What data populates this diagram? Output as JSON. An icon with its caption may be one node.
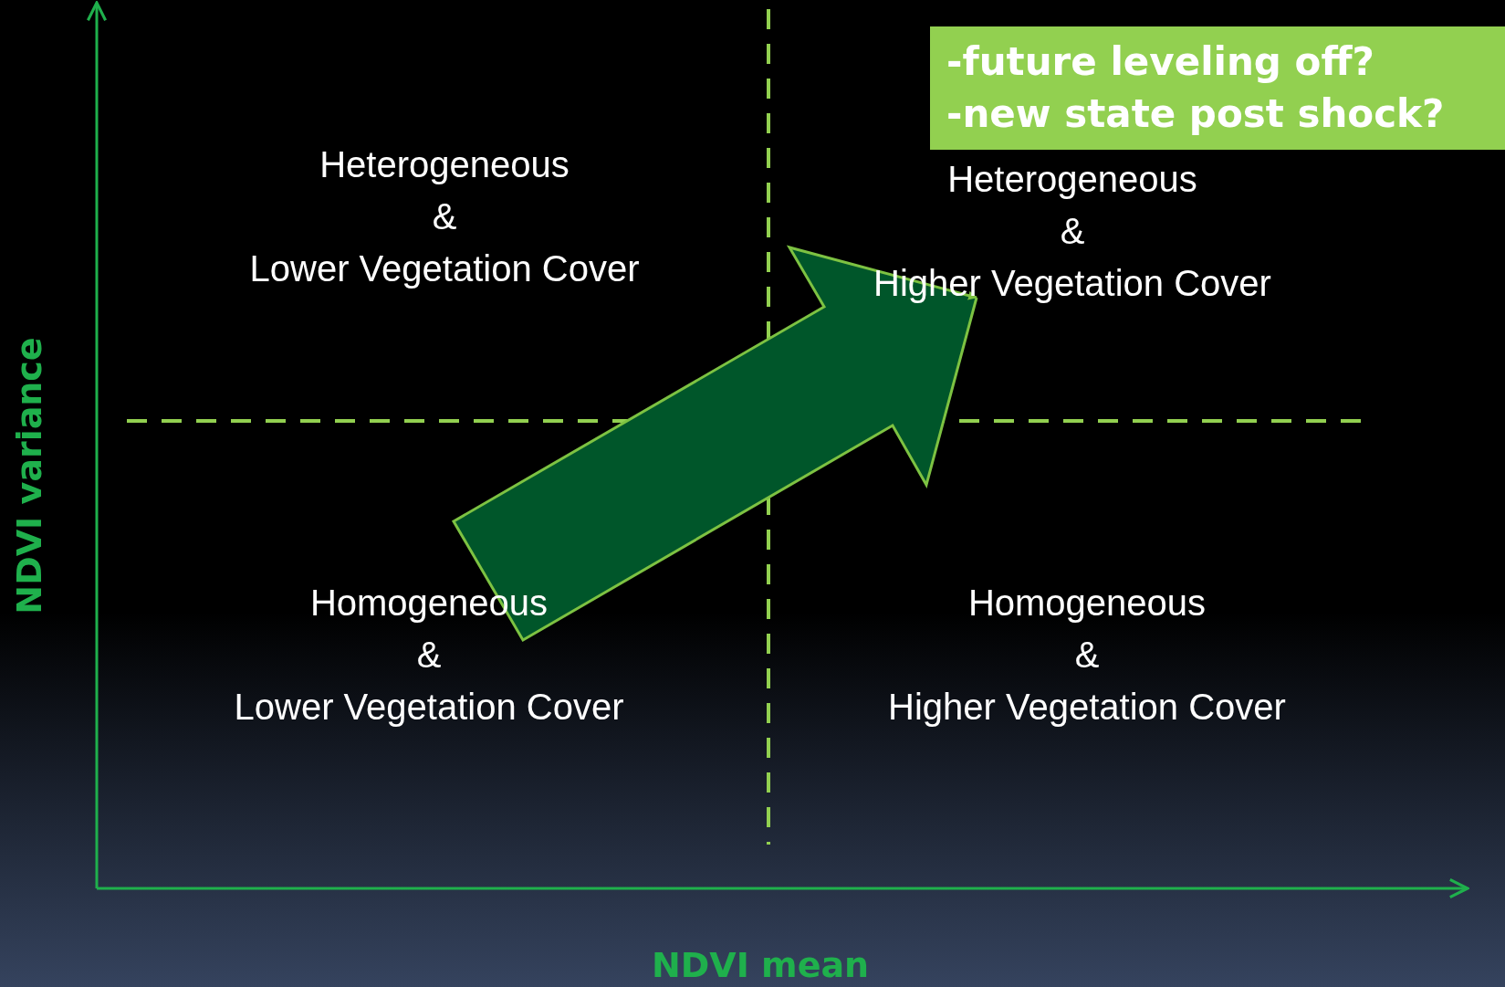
{
  "diagram": {
    "nodes": [
      {
        "text": [
          "-future leveling off?",
          "-new state post shock?"
        ]
      },
      {
        "text": [
          "Heterogeneous",
          "&",
          "Higher Vegetation Cover"
        ]
      },
      {
        "text": [
          "Homogeneous",
          "&",
          "Lower Vegetation Cover"
        ]
      }
    ],
    "edges": [
      {
        "from": 2,
        "to": 1,
        "arrow": "to"
      }
    ],
    "labels": [
      "Heterogeneous",
      "&",
      "Lower Vegetation Cover",
      "NDVI variance",
      "Homogeneous",
      "&",
      "Higher Vegetation Cover",
      "NDVI mean"
    ]
  }
}
